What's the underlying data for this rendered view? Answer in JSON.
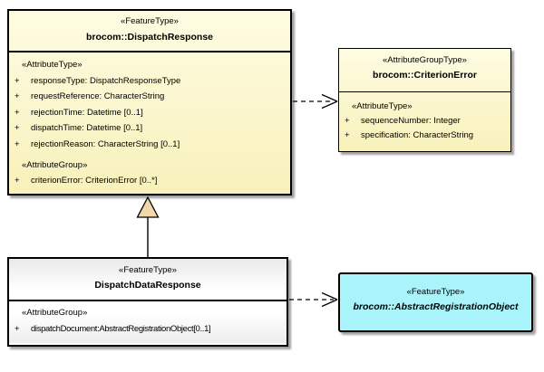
{
  "diagram": {
    "title": "UML feature type diagram",
    "colors": {
      "box_yellow": "#f9f3c3",
      "box_white_gradient_top": "#e9e9e9",
      "box_cyan": "#a9f4fb",
      "border": "#000000",
      "shadow": "#828282",
      "generalization_triangle_fill": "#f2d8a8"
    },
    "boxes": {
      "dispatchResponse": {
        "stereotype": "«FeatureType»",
        "name": "brocom::DispatchResponse",
        "sections": [
          {
            "label": "«AttributeType»",
            "attrs": [
              {
                "vis": "+",
                "text": "responseType: DispatchResponseType"
              },
              {
                "vis": "+",
                "text": "requestReference: CharacterString"
              },
              {
                "vis": "+",
                "text": "rejectionTime: Datetime [0..1]"
              },
              {
                "vis": "+",
                "text": "dispatchTime: Datetime [0..1]"
              },
              {
                "vis": "+",
                "text": "rejectionReason: CharacterString [0..1]"
              }
            ]
          },
          {
            "label": "«AttributeGroup»",
            "attrs": [
              {
                "vis": "+",
                "text": "criterionError: CriterionError [0..*]"
              }
            ]
          }
        ]
      },
      "criterionError": {
        "stereotype": "«AttributeGroupType»",
        "name": "brocom::CriterionError",
        "sections": [
          {
            "label": "«AttributeType»",
            "attrs": [
              {
                "vis": "+",
                "text": "sequenceNumber: Integer"
              },
              {
                "vis": "+",
                "text": "specification: CharacterString"
              }
            ]
          }
        ]
      },
      "dispatchDataResponse": {
        "stereotype": "«FeatureType»",
        "name": "DispatchDataResponse",
        "sections": [
          {
            "label": "«AttributeGroup»",
            "attrs": [
              {
                "vis": "+",
                "text": "dispatchDocument:AbstractRegistrationObject[0..1]"
              }
            ]
          }
        ]
      },
      "abstractRegistrationObject": {
        "stereotype": "«FeatureType»",
        "name": "brocom::AbstractRegistrationObject"
      }
    },
    "connectors": [
      {
        "type": "generalization",
        "from": "DispatchDataResponse",
        "to": "brocom::DispatchResponse"
      },
      {
        "type": "dependency",
        "from": "brocom::DispatchResponse",
        "to": "brocom::CriterionError"
      },
      {
        "type": "dependency",
        "from": "DispatchDataResponse",
        "to": "brocom::AbstractRegistrationObject"
      }
    ]
  }
}
